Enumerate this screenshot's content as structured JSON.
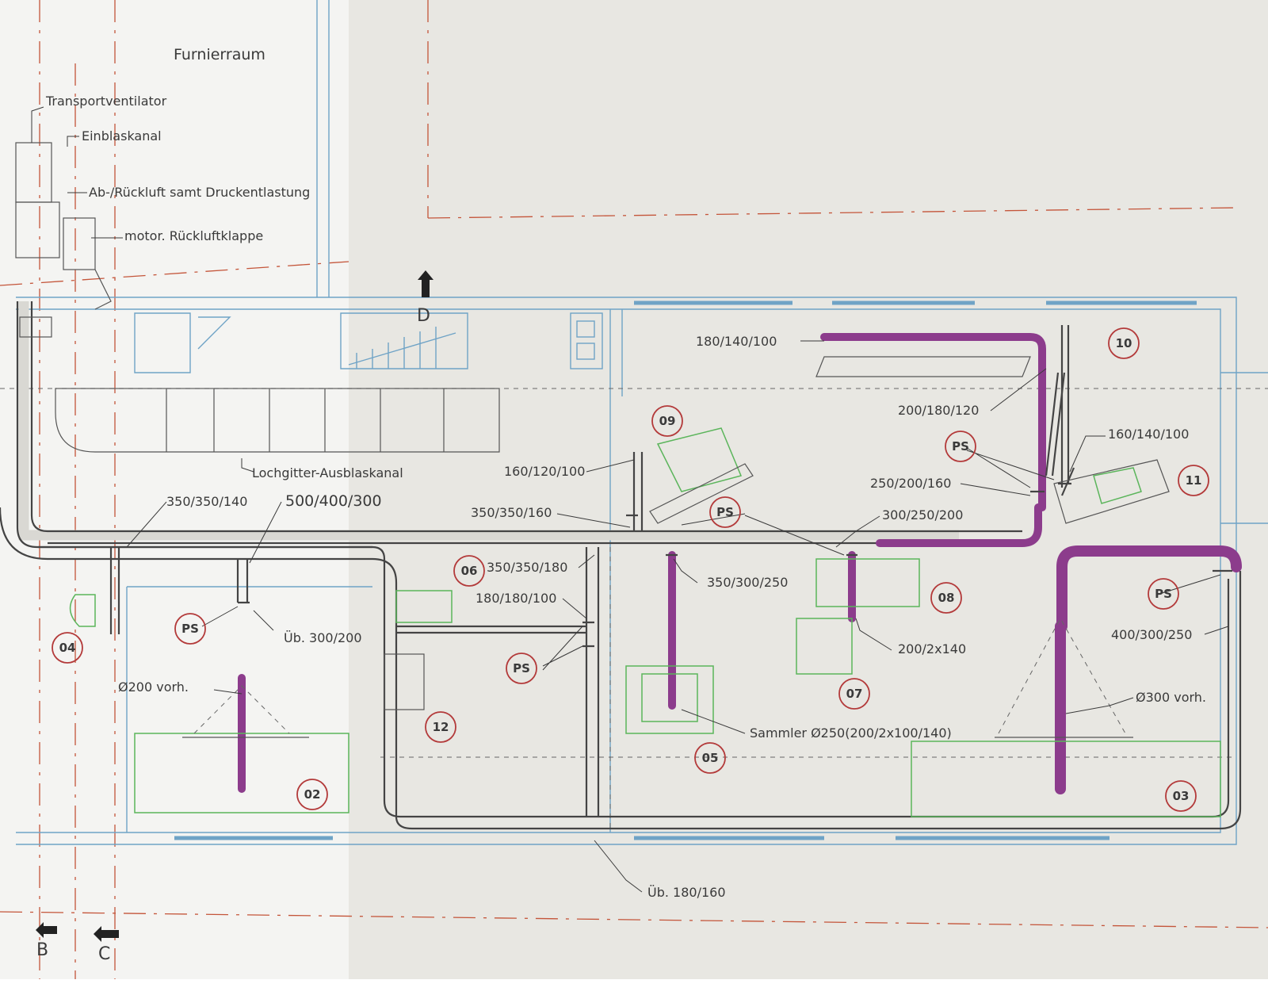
{
  "room_label": "Furnierraum",
  "section_markers": [
    "B",
    "C",
    "D"
  ],
  "legend_labels": {
    "transport": "Transportventilator",
    "einblas": "Einblaskanal",
    "abluft": "Ab-/Rückluft samt Druckentlastung",
    "klappe": "motor. Rückluftklappe",
    "lochgitter": "Lochgitter-Ausblaskanal"
  },
  "dimensions": {
    "d_350_350_140": "350/350/140",
    "d_500_400_300": "500/400/300",
    "d_180_140_100": "180/140/100",
    "d_200_180_120": "200/180/120",
    "d_160_140_100": "160/140/100",
    "d_160_120_100": "160/120/100",
    "d_250_200_160": "250/200/160",
    "d_350_350_160": "350/350/160",
    "d_300_250_200": "300/250/200",
    "d_350_350_180": "350/350/180",
    "d_350_300_250": "350/300/250",
    "d_180_180_100": "180/180/100",
    "d_200_2x140": "200/2x140",
    "d_400_300_250": "400/300/250",
    "ub_300_200": "Üb. 300/200",
    "ub_180_160": "Üb. 180/160",
    "o200": "Ø200 vorh.",
    "o300": "Ø300 vorh.",
    "sammler": "Sammler Ø250(200/2x100/140)"
  },
  "ps_label": "PS",
  "machines": [
    "02",
    "03",
    "04",
    "05",
    "06",
    "07",
    "08",
    "09",
    "10",
    "11",
    "12"
  ],
  "colors": {
    "duct": "#444444",
    "suction": "#8c3c8c",
    "walls": "#6fa3c6",
    "axes": "#c4553a",
    "machines": "#5bb55b",
    "markers": "#b33a3a"
  }
}
